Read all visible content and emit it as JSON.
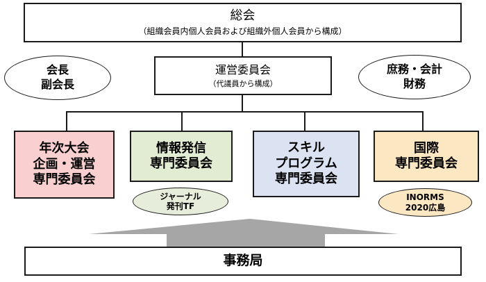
{
  "general_assembly": {
    "title": "総会",
    "subtitle": "（組織会員内個人会員および組織外個人会員から構成）"
  },
  "steering_committee": {
    "title": "運営委員会",
    "subtitle": "（代議員から構成）"
  },
  "left_oval": {
    "line1": "会長",
    "line2": "副会長"
  },
  "right_oval": {
    "line1": "庶務・会計",
    "line2": "財務"
  },
  "committees": [
    {
      "lines": [
        "年次大会",
        "企画・運営",
        "専門委員会"
      ],
      "color": "#f9d0cf"
    },
    {
      "lines": [
        "情報発信",
        "専門委員会"
      ],
      "color": "#e1ecd3"
    },
    {
      "lines": [
        "スキル",
        "プログラム",
        "専門委員会"
      ],
      "color": "#dbe3f3"
    },
    {
      "lines": [
        "国際",
        "専門委員会"
      ],
      "color": "#fbe7c2"
    }
  ],
  "sub_groups": {
    "journal": {
      "line1": "ジャーナル",
      "line2": "発刊TF"
    },
    "inorms": {
      "line1": "INORMS",
      "line2": "2020広島"
    }
  },
  "secretariat": {
    "title": "事務局"
  },
  "colors": {
    "border": "#1a1a1a",
    "arrow": "#a6a6a6"
  }
}
